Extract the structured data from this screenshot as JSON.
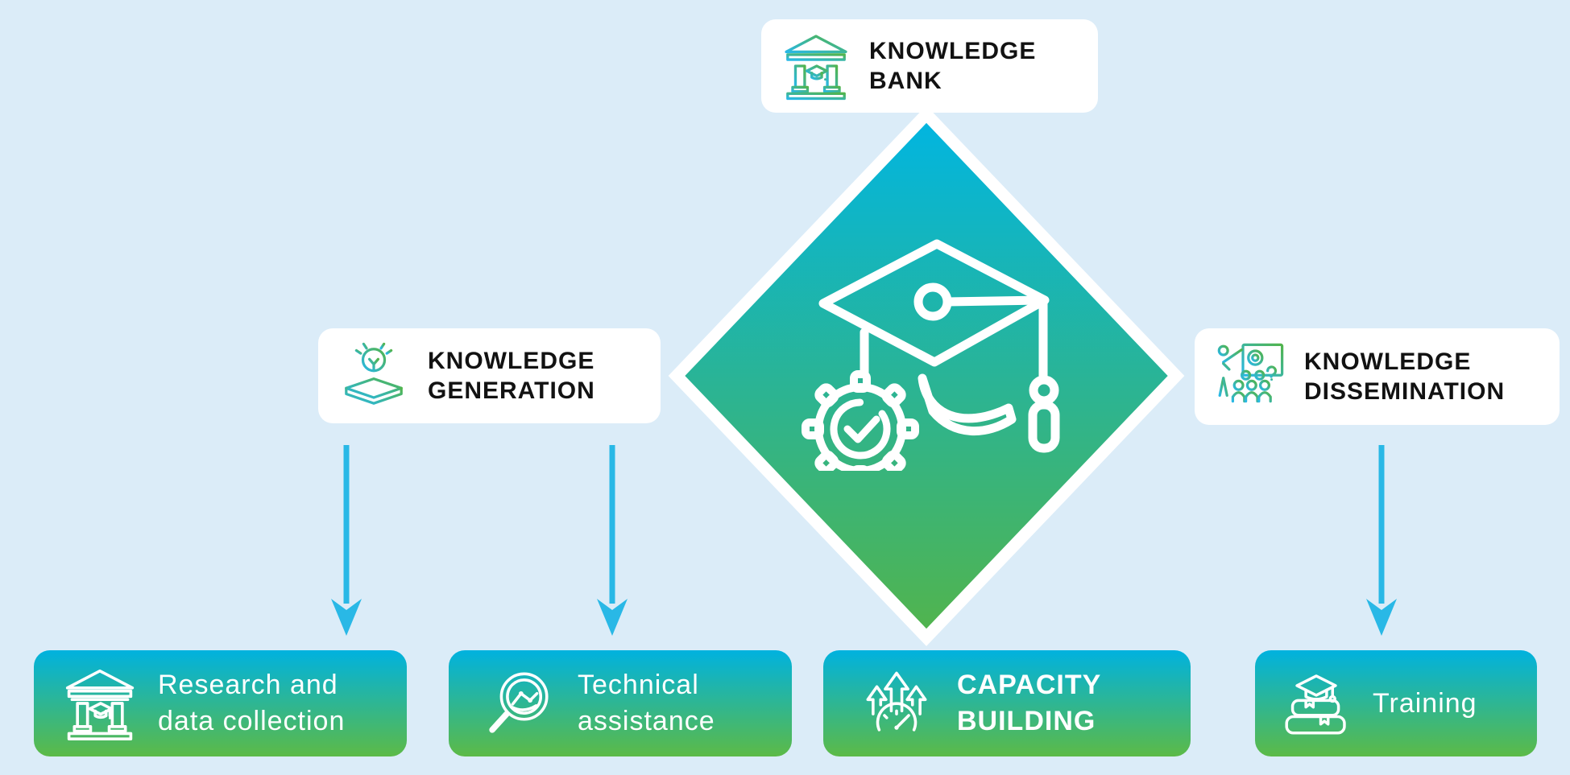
{
  "page": {
    "background_color": "#dbecf8",
    "description_icons": {
      "center": "graduation-cap-gear-icon",
      "bank": "bank-building-icon",
      "generation": "lightbulb-book-icon",
      "dissemination": "presenter-audience-icon",
      "research": "bank-columns-icon",
      "technical": "magnifier-chart-icon",
      "capacity": "growth-arrows-gauge-icon",
      "training": "books-graduation-cap-icon"
    }
  },
  "palette": {
    "card_background": "#ffffff",
    "card_text": "#121212",
    "arrow_cyan": "#29b8e6",
    "diamond_gradient_top": "#00b5e2",
    "diamond_gradient_bottom": "#52b44c",
    "pill_gradient_top": "#00b2df",
    "pill_gradient_bottom": "#5cba47",
    "icon_gradient_start": "#29b8e6",
    "icon_gradient_end": "#52b44c",
    "white": "#ffffff"
  },
  "nodes": {
    "bank": {
      "label": "KNOWLEDGE\nBANK",
      "icon": "bank-building-icon"
    },
    "generation": {
      "label": "KNOWLEDGE\nGENERATION",
      "icon": "lightbulb-book-icon"
    },
    "dissemination": {
      "label": "KNOWLEDGE\nDISSEMINATION",
      "icon": "presenter-audience-icon"
    }
  },
  "outputs": {
    "research": {
      "label": "Research and\ndata collection",
      "icon": "bank-columns-icon"
    },
    "technical": {
      "label": "Technical\nassistance",
      "icon": "magnifier-chart-icon"
    },
    "capacity": {
      "label": "CAPACITY\nBUILDING",
      "icon": "growth-arrows-gauge-icon"
    },
    "training": {
      "label": "Training",
      "icon": "books-graduation-cap-icon"
    }
  }
}
